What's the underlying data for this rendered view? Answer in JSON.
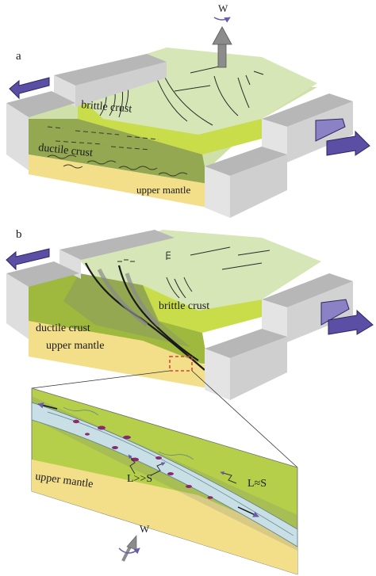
{
  "panel_a": {
    "letter": "a",
    "labels": {
      "brittle": "brittle crust",
      "ductile": "ductile crust",
      "mantle": "upper mantle",
      "rotation": "W"
    }
  },
  "panel_b": {
    "letter": "b",
    "labels": {
      "brittle": "brittle crust",
      "ductile": "ductile crust",
      "mantle": "upper mantle"
    }
  },
  "inset": {
    "labels": {
      "mantle": "upper mantle",
      "l_gg_s": "L>>S",
      "l_approx_s": "L≈S",
      "rotation": "W"
    }
  },
  "colors": {
    "brittle_top": "#d6e6b6",
    "brittle_side": "#cadc49",
    "ductile": "#9bb83a",
    "mantle": "#f3df8a",
    "block_top": "#b9b9b9",
    "block_side": "#dcdcdc",
    "arrow": "#5b4fa5",
    "shear_zone": "#c9dfe6",
    "porphyroclast": "#8a2a6e",
    "callout": "#d8433a"
  }
}
